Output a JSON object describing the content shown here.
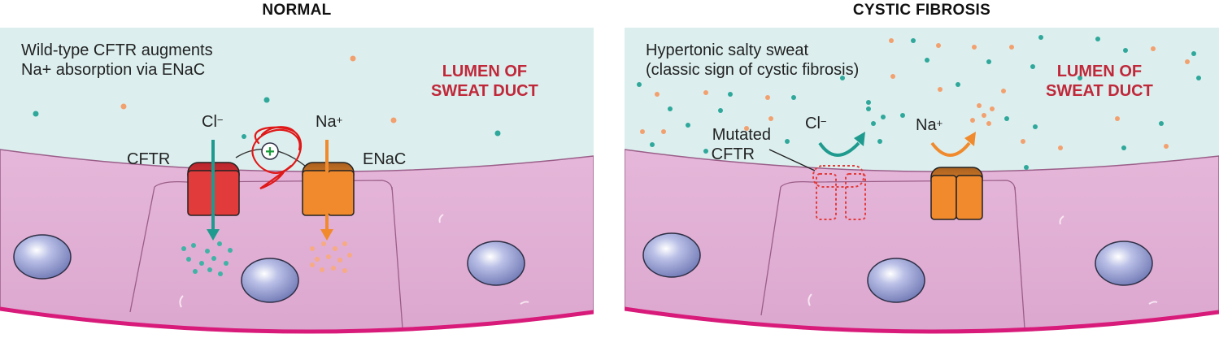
{
  "normal": {
    "title": "NORMAL",
    "caption_line1": "Wild-type CFTR augments",
    "caption_line2": "Na+ absorption via ENaC",
    "lumen_line1": "LUMEN OF",
    "lumen_line2": "SWEAT DUCT",
    "cl_label": "Cl",
    "cl_charge": "−",
    "na_label": "Na",
    "na_charge": "+",
    "cftr_label": "CFTR",
    "enac_label": "ENaC",
    "plus_symbol": "+"
  },
  "cystic": {
    "title": "CYSTIC FIBROSIS",
    "caption_line1": "Hypertonic salty sweat",
    "caption_line2": "(classic sign of cystic fibrosis)",
    "lumen_line1": "LUMEN OF",
    "lumen_line2": "SWEAT DUCT",
    "mutated_line1": "Mutated",
    "mutated_line2": "CFTR",
    "cl_label": "Cl",
    "cl_charge": "−",
    "na_label": "Na",
    "na_charge": "+"
  },
  "colors": {
    "lumen_fill": "#dcefee",
    "cell_fill": "#e2b3d6",
    "cell_border": "#9a5e89",
    "basement": "#d81b7a",
    "nucleus": "#8f97c8",
    "cftr_red": "#e23b3b",
    "enac_orange": "#f08a2c",
    "chloride": "#1f9a8e",
    "sodium": "#f3a06f",
    "label_red": "#c0283a"
  }
}
